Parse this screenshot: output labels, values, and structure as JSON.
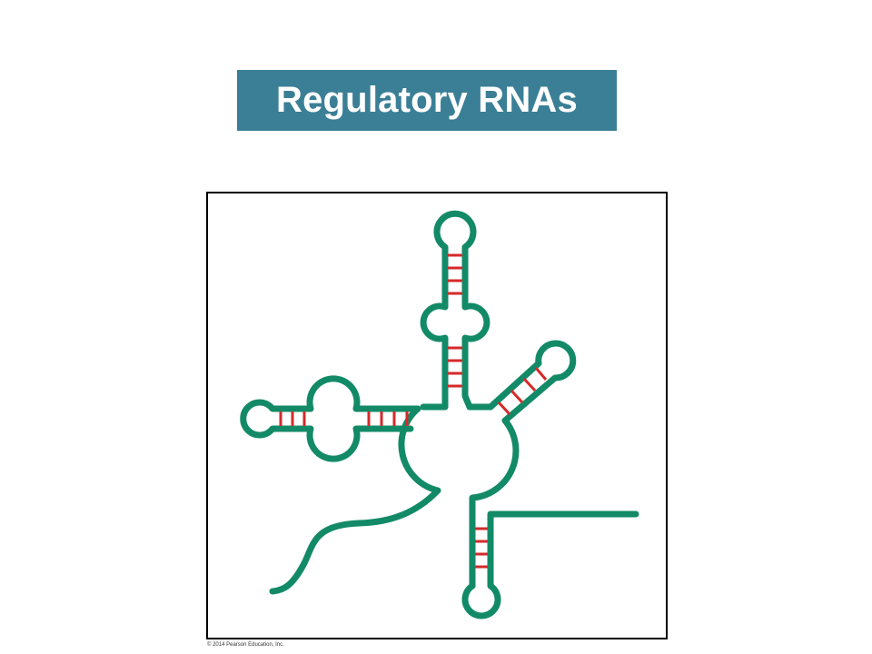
{
  "slide": {
    "title": "Regulatory RNAs",
    "copyright": "© 2014 Pearson Education, Inc."
  },
  "colors": {
    "title_banner": "#3a7f96",
    "title_text": "#ffffff",
    "rna_strand": "#138a67",
    "base_pairs": "#d42a2a",
    "frame": "#000000"
  },
  "figure": {
    "subject": "RNA secondary structure",
    "structures": [
      "hairpin-stem-top",
      "hairpin-stem-left",
      "hairpin-stem-right",
      "hairpin-stem-bottom",
      "central-loop",
      "tail"
    ]
  }
}
